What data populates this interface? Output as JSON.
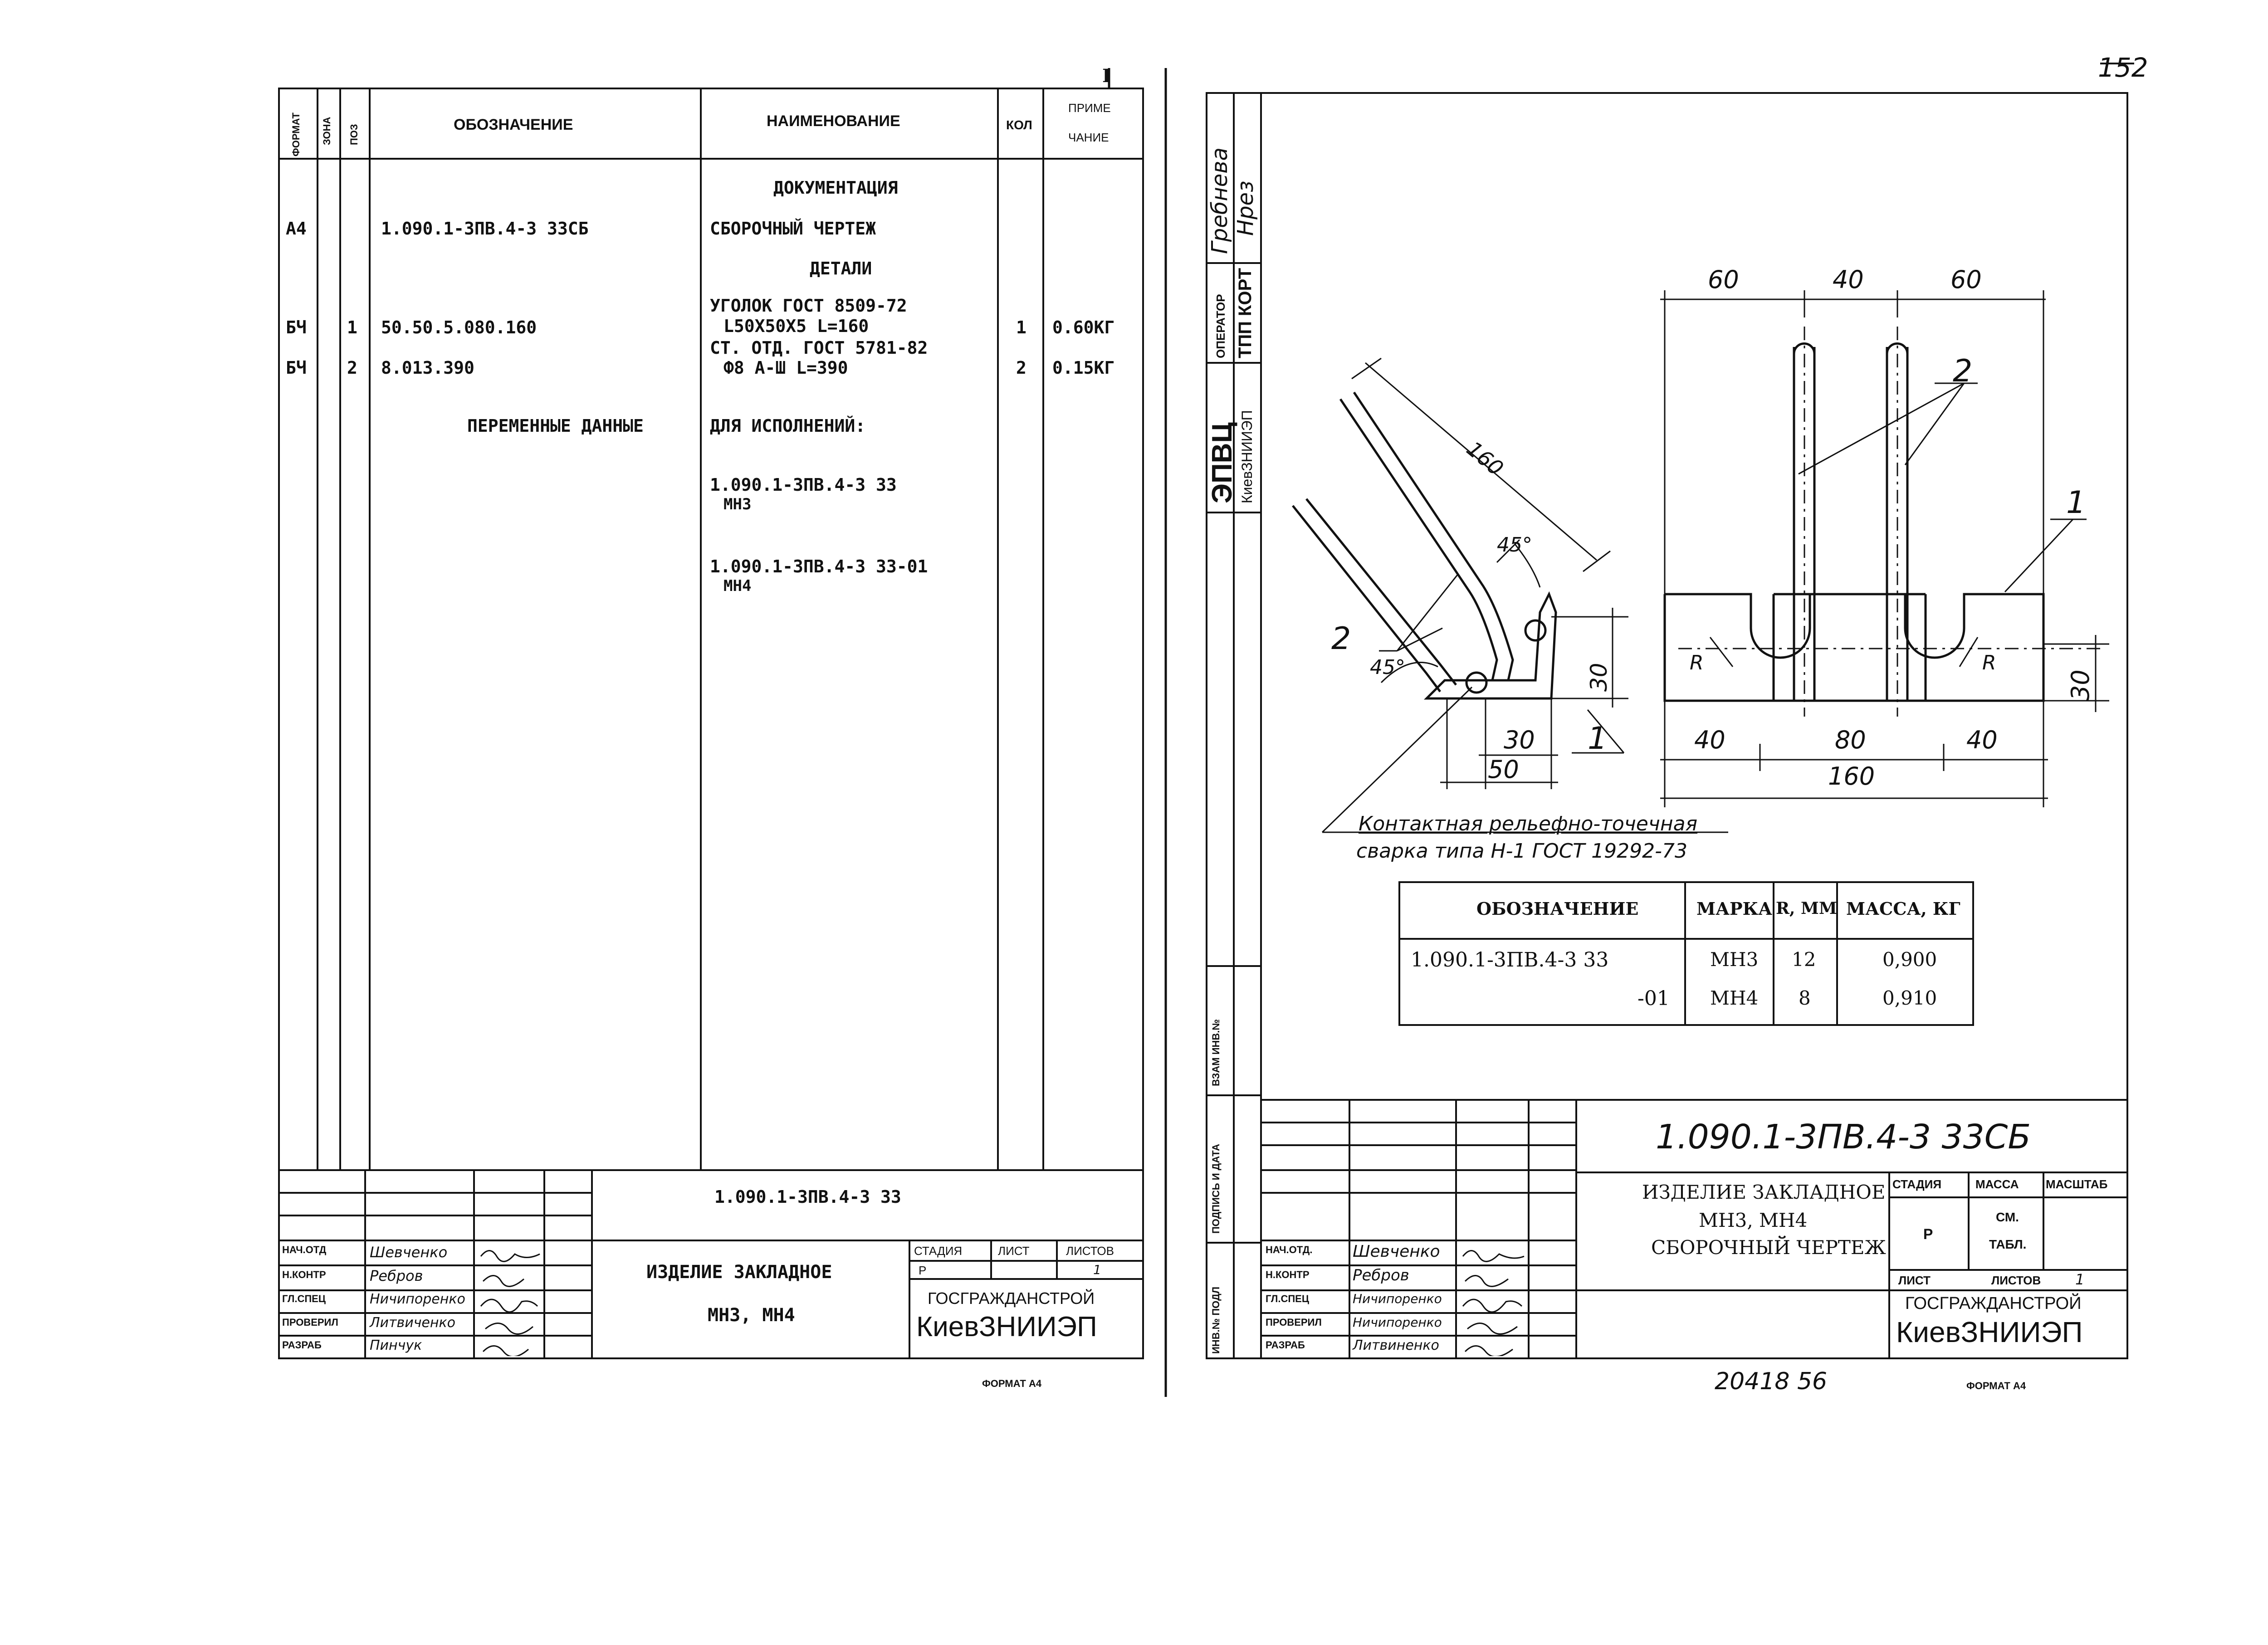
{
  "page_number": "152",
  "left_sheet": {
    "top_mark": "I",
    "header": {
      "format": "ФОРМАТ",
      "zone": "ЗОНА",
      "pos": "ПОЗ",
      "designation": "ОБОЗНАЧЕНИЕ",
      "name": "НАИМЕНОВАНИЕ",
      "qty": "КОЛ",
      "note_line1": "ПРИМЕ",
      "note_line2": "ЧАНИЕ"
    },
    "section_documentation": "ДОКУМЕНТАЦИЯ",
    "section_details": "ДЕТАЛИ",
    "rows": [
      {
        "format": "А4",
        "pos": "",
        "designation": "1.090.1-3ПВ.4-3 33СБ",
        "name": "СБОРОЧНЫЙ ЧЕРТЕЖ",
        "qty": "",
        "note": ""
      },
      {
        "format": "БЧ",
        "pos": "1",
        "designation": "50.50.5.080.160",
        "name1": "УГОЛОК ГОСТ 8509-72",
        "name2": "L50X50X5 L=160",
        "qty": "1",
        "note": "0.60КГ"
      },
      {
        "format": "БЧ",
        "pos": "2",
        "designation": "8.013.390",
        "name1": "СТ. ОТД. ГОСТ 5781-82",
        "name2": "Ф8 А-Ш L=390",
        "qty": "2",
        "note": "0.15КГ"
      }
    ],
    "variable_data": "ПЕРЕМЕННЫЕ ДАННЫЕ",
    "for_versions": "ДЛЯ ИСПОЛНЕНИЙ:",
    "versions": [
      {
        "code": "1.090.1-3ПВ.4-3 33",
        "mark": "МН3"
      },
      {
        "code": "1.090.1-3ПВ.4-3 33-01",
        "mark": "МН4"
      }
    ],
    "title_block": {
      "doc_code": "1.090.1-3ПВ.4-3 33",
      "title1": "ИЗДЕЛИЕ ЗАКЛАДНОЕ",
      "title2": "МН3, МН4",
      "stage_h": "СТАДИЯ",
      "sheet_h": "ЛИСТ",
      "sheets_h": "ЛИСТОВ",
      "stage": "Р",
      "sheets": "1",
      "org1": "ГОСГРАЖДАНСТРОЙ",
      "org2": "КиевЗНИИЭП",
      "roles": [
        "НАЧ.ОТД",
        "Н.КОНТР",
        "ГЛ.СПЕЦ",
        "ПРОВЕРИЛ",
        "РАЗРАБ"
      ],
      "names": [
        "Шевченко",
        "Ребров",
        "Ничипоренко",
        "Литвиченко",
        "Пинчук"
      ]
    },
    "format_label": "ФОРМАТ А4"
  },
  "right_sheet": {
    "side_labels": {
      "name1": "Гребнева",
      "name2": "Нрез",
      "operator": "ОПЕРАТОР",
      "tpp": "ТПП КОРТ",
      "epvc": "ЭПВЦ",
      "kiev": "КиевЗНИИЭП",
      "vzam": "ВЗАМ ИНВ.№",
      "podpis": "ПОДПИСЬ И ДАТА",
      "inv": "ИНВ.№ ПОДЛ"
    },
    "drawing": {
      "dims_top": [
        "60",
        "40",
        "60"
      ],
      "dims_bottom_inner": [
        "40",
        "80",
        "40"
      ],
      "dim_total": "160",
      "dim_height": "30",
      "dim_160_angle": "160",
      "angle_45": "45°",
      "angle_45b": "45°",
      "dim_30": "30",
      "dim_30b": "30",
      "dim_50": "50",
      "callout_1": "1",
      "callout_2": "2",
      "callout_1b": "1",
      "callout_2b": "2",
      "r_label": "R",
      "r_label2": "R",
      "weld_note1": "Контактная рельефно-точечная",
      "weld_note2": "сварка типа Н-1 ГОСТ 19292-73"
    },
    "mark_table": {
      "headers": [
        "ОБОЗНАЧЕНИЕ",
        "МАРКА",
        "R, ММ",
        "МАССА, КГ"
      ],
      "rows": [
        [
          "1.090.1-3ПВ.4-3 33",
          "МН3",
          "12",
          "0,900"
        ],
        [
          "-01",
          "МН4",
          "8",
          "0,910"
        ]
      ]
    },
    "title_block": {
      "doc_code": "1.090.1-3ПВ.4-3 33СБ",
      "title1": "ИЗДЕЛИЕ ЗАКЛАДНОЕ",
      "title2": "МН3, МН4",
      "title3": "СБОРОЧНЫЙ ЧЕРТЕЖ",
      "stage_h": "СТАДИЯ",
      "mass_h": "МАССА",
      "scale_h": "МАСШТАБ",
      "stage": "Р",
      "mass1": "СМ.",
      "mass2": "ТАБЛ.",
      "sheet_h": "ЛИСТ",
      "sheets_h": "ЛИСТОВ",
      "sheets": "1",
      "org1": "ГОСГРАЖДАНСТРОЙ",
      "org2": "КиевЗНИИЭП",
      "roles": [
        "НАЧ.ОТД.",
        "Н.КОНТР",
        "ГЛ.СПЕЦ",
        "ПРОВЕРИЛ",
        "РАЗРАБ"
      ],
      "names": [
        "Шевченко",
        "Ребров",
        "Ничипоренко",
        "Ничипоренко",
        "Литвиненко"
      ]
    },
    "bottom_number": "20418  56",
    "format_label": "ФОРМАТ А4"
  }
}
